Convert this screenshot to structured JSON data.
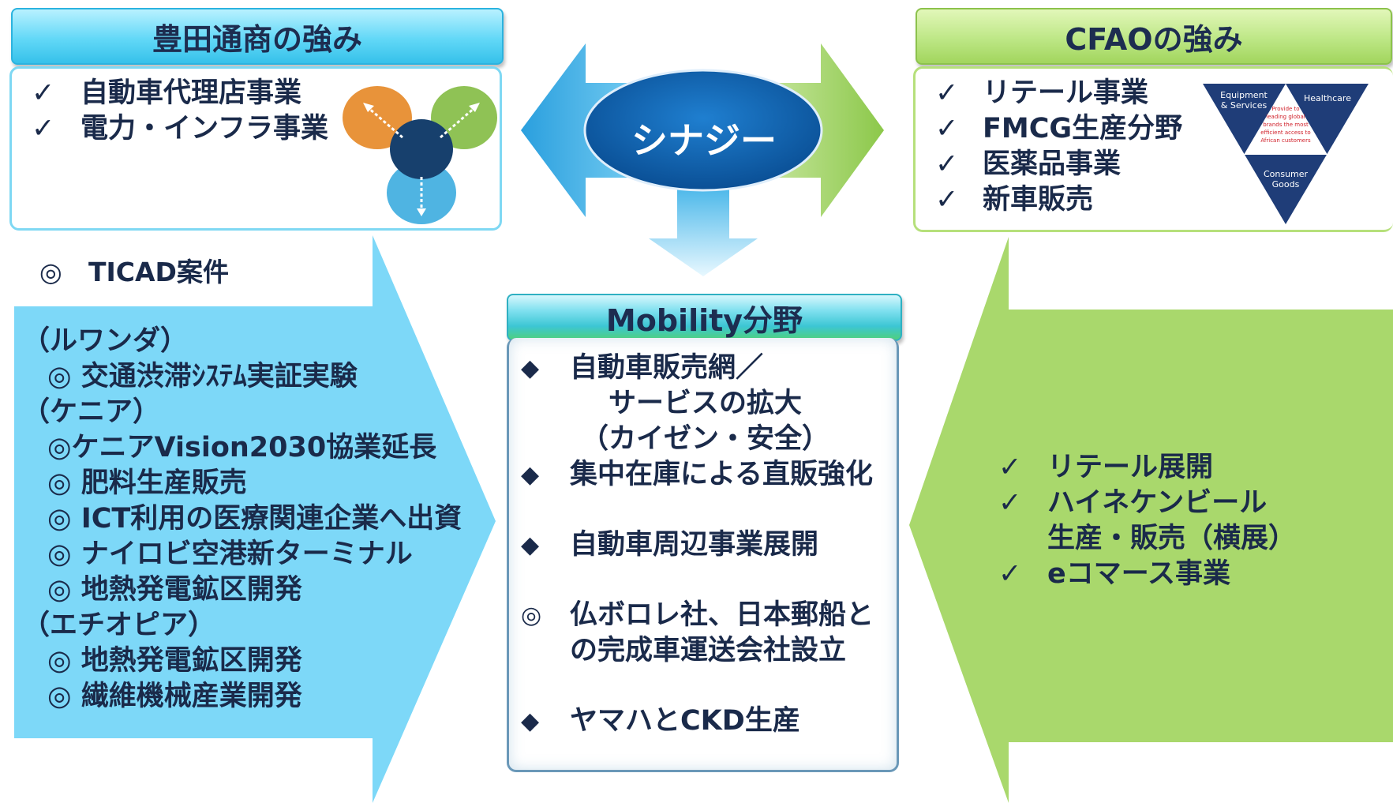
{
  "left_panel": {
    "header": "豊田通商の強み",
    "items": [
      "自動車代理店事業",
      "電力・インフラ事業"
    ],
    "check_mark": "✓"
  },
  "right_panel": {
    "header": "CFAOの強み",
    "items": [
      "リテール事業",
      "FMCG生産分野",
      "医薬品事業",
      "新車販売"
    ],
    "triangle_labels": {
      "top_left": [
        "Equipment",
        "& Services"
      ],
      "top_right": "Healthcare",
      "bottom": [
        "Consumer",
        "Goods"
      ],
      "center": [
        "Provide to",
        "leading global",
        "brands the most",
        "efficient access to",
        "African customers"
      ]
    }
  },
  "synergy_label": "シナジー",
  "ticad": {
    "marker": "◎",
    "label": "TICAD案件"
  },
  "blue_arrow_lines": [
    {
      "text": "（ルワンダ）",
      "sub": false
    },
    {
      "text": "◎ 交通渋滞ｼｽﾃﾑ実証実験",
      "sub": true
    },
    {
      "text": "（ケニア）",
      "sub": false
    },
    {
      "text": "◎ケニアVision2030協業延長",
      "sub": true
    },
    {
      "text": "◎ 肥料生産販売",
      "sub": true
    },
    {
      "text": "◎ ICT利用の医療関連企業へ出資",
      "sub": true
    },
    {
      "text": "◎ ナイロビ空港新ターミナル",
      "sub": true
    },
    {
      "text": "◎ 地熱発電鉱区開発",
      "sub": true
    },
    {
      "text": "（エチオピア）",
      "sub": false
    },
    {
      "text": "◎ 地熱発電鉱区開発",
      "sub": true
    },
    {
      "text": "◎ 繊維機械産業開発",
      "sub": true
    }
  ],
  "mobility": {
    "header": "Mobility分野",
    "items": [
      {
        "bullet": "◆",
        "lines": [
          "自動車販売網／",
          "　サービスの拡大",
          "（カイゼン・安全）"
        ]
      },
      {
        "bullet": "◆",
        "lines": [
          "集中在庫による直販強化"
        ]
      },
      {
        "bullet": "◆",
        "lines": [
          "自動車周辺事業展開"
        ]
      },
      {
        "bullet": "◎",
        "lines": [
          "仏ボロレ社、日本郵船と",
          "の完成車運送会社設立"
        ]
      },
      {
        "bullet": "◆",
        "lines": [
          "ヤマハとCKD生産"
        ]
      }
    ]
  },
  "green_arrow_items": [
    {
      "lines": [
        "リテール展開"
      ]
    },
    {
      "lines": [
        "ハイネケンビール",
        "生産・販売（横展）"
      ]
    },
    {
      "lines": [
        "eコマース事業"
      ]
    }
  ],
  "colors": {
    "blue_arrow": "#7dd8f8",
    "green_arrow": "#a9d86c",
    "synergy_ellipse": "#0f62ad",
    "navy": "#17406d",
    "orange": "#e8933a",
    "green_circle": "#8fc255",
    "light_blue_circle": "#4fb4e2",
    "triangle": "#1f3d78"
  },
  "icons": {
    "hub_diagram": "three-circle-hub-icon",
    "cfao_triangle": "triangle-diagram-icon"
  }
}
